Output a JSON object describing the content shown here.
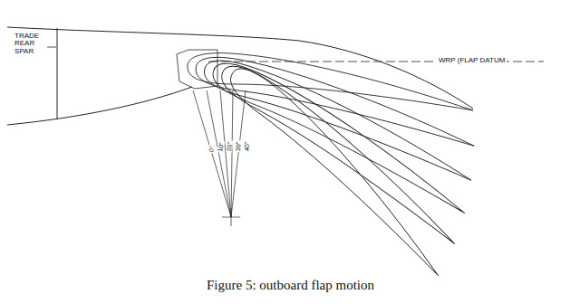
{
  "diagram": {
    "caption": "Figure 5: outboard flap motion",
    "labels": [
      "TRADE REAR SPAR",
      "WRP (FLAP DATUM",
      "0°",
      "10°",
      "20°",
      "30°",
      "40°"
    ]
  }
}
